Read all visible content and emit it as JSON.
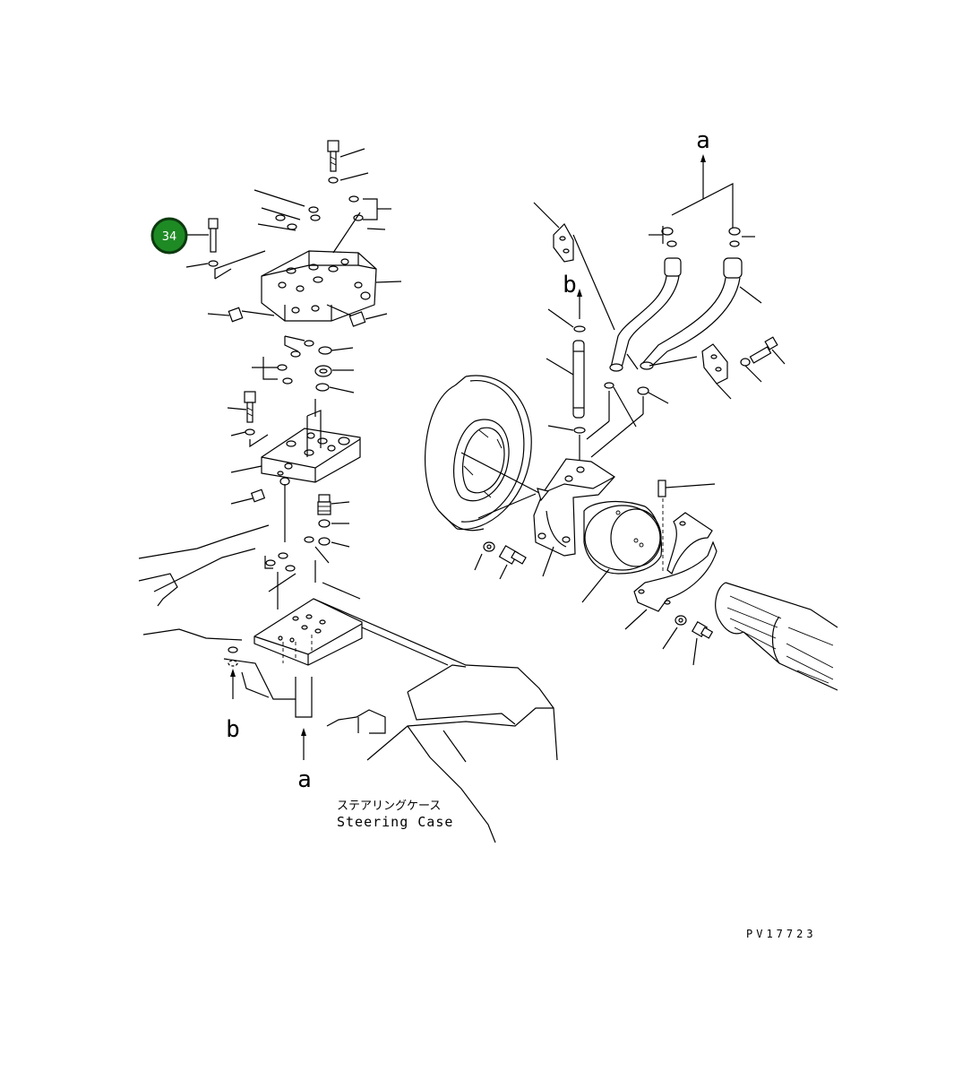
{
  "diagram": {
    "labels": {
      "arrow_a_top": "a",
      "arrow_b_mid": "b",
      "arrow_b_bottom": "b",
      "arrow_a_bottom": "a",
      "case_label_jp": "ステアリングケース",
      "case_label_en": "Steering Case",
      "drawing_number": "PV17723"
    },
    "callouts": [
      {
        "number": "34",
        "color": "#1e8a24"
      }
    ]
  }
}
